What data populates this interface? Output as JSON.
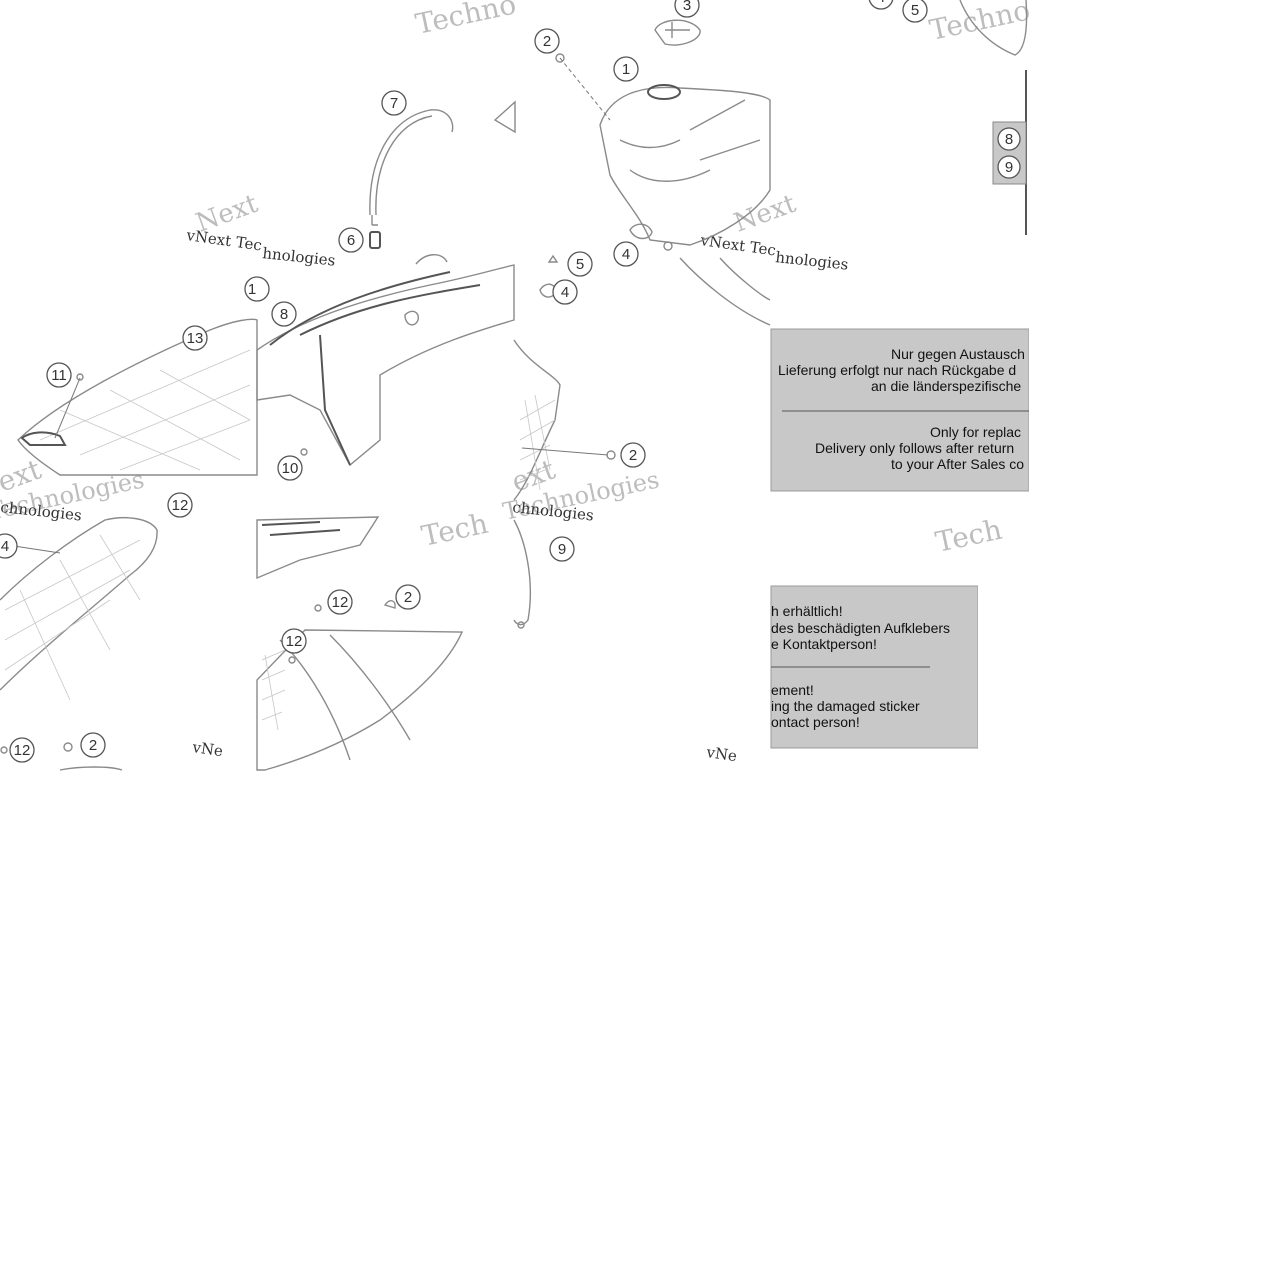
{
  "callouts": [
    "1",
    "2",
    "3",
    "4",
    "5",
    "6",
    "7",
    "8",
    "9",
    "10",
    "11",
    "12",
    "13"
  ],
  "watermarks": {
    "brand_line": "vNext Technologies",
    "technologies": "Technologies",
    "techno": "Techno",
    "tech": "Tech",
    "next": "Next",
    "ext": "ext",
    "vnext_tec": "vNext Tec",
    "chnologies": "chnologies",
    "hnologies": "hnologies",
    "vne": "vNe"
  },
  "notice_de": {
    "line1": "Nur gegen Austausch erhältlich!",
    "line2": "Lieferung erfolgt nur nach Rückgabe des beschädigten Aufklebers",
    "line3": "an die länderspezifische Kontaktperson!"
  },
  "notice_en": {
    "line1": "Only for replacement!",
    "line2": "Delivery only follows after returning the damaged sticker",
    "line3": "to your After Sales contact person!"
  },
  "notice_fragments": {
    "de1_a": "Nur gegen Austausch",
    "de2_a": "Lieferung erfolgt nur nach Rückgabe d",
    "de3_a": "an die länderspezifische",
    "en1_a": "Only for replac",
    "en2_a": "Delivery only follows after return",
    "en3_a": "to your After Sales co",
    "de1_b": "h erhältlich!",
    "de2_b": "des beschädigten Aufklebers",
    "de3_b": "e Kontaktperson!",
    "en1_b": "ement!",
    "en2_b": "ing the damaged sticker",
    "en3_b": "ontact person!"
  }
}
